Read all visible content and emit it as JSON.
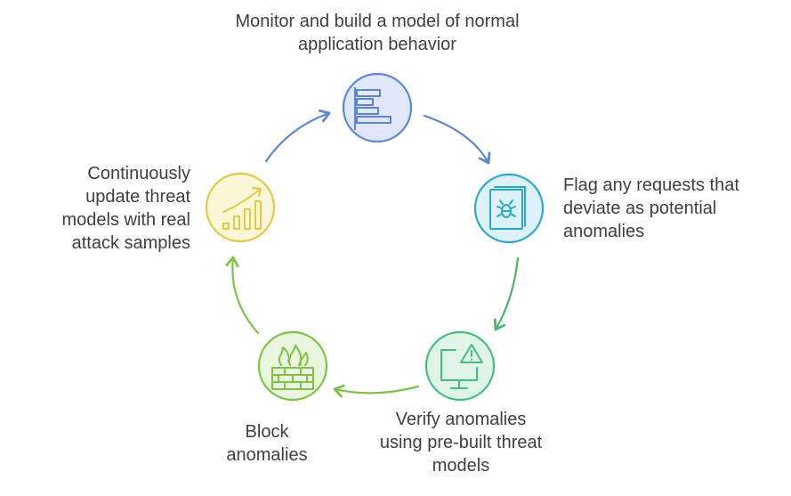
{
  "steps": [
    {
      "id": "monitor",
      "icon": "bar-list-icon",
      "label_lines": [
        "Monitor and build a model of normal",
        "application behavior"
      ]
    },
    {
      "id": "flag",
      "icon": "bug-document-icon",
      "label_lines": [
        "Flag any requests that",
        "deviate as potential",
        "anomalies"
      ]
    },
    {
      "id": "verify",
      "icon": "monitor-warning-icon",
      "label_lines": [
        "Verify anomalies",
        "using pre-built threat",
        "models"
      ]
    },
    {
      "id": "block",
      "icon": "firewall-icon",
      "label_lines": [
        "Block",
        "anomalies"
      ]
    },
    {
      "id": "update",
      "icon": "growth-chart-icon",
      "label_lines": [
        "Continuously",
        "update threat",
        "models with real",
        "attack samples"
      ]
    }
  ],
  "colors": {
    "monitor": "#5b85d6",
    "flag": "#2aa7cf",
    "verify": "#40c07a",
    "block": "#7cc244",
    "update": "#e2c93d",
    "text": "#3f3f3f"
  }
}
